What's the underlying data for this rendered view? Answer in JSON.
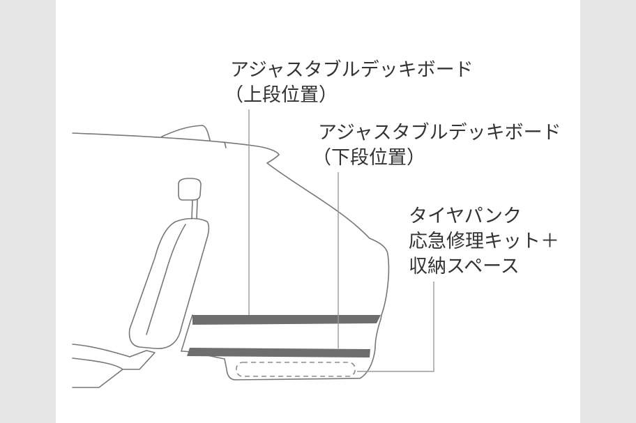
{
  "colors": {
    "background": "#e6e6e6",
    "panel": "#ffffff",
    "outline": "#777777",
    "board": "#6e6e6e",
    "leader": "#9a9a9a",
    "text": "#333333"
  },
  "labels": {
    "upper_deck": {
      "line1": "アジャスタブルデッキボード",
      "line2": "（上段位置）"
    },
    "lower_deck": {
      "line1": "アジャスタブルデッキボード",
      "line2": "（下段位置）"
    },
    "storage": {
      "line1": "タイヤパンク",
      "line2": "応急修理キット＋",
      "line3": "収納スペース"
    }
  }
}
